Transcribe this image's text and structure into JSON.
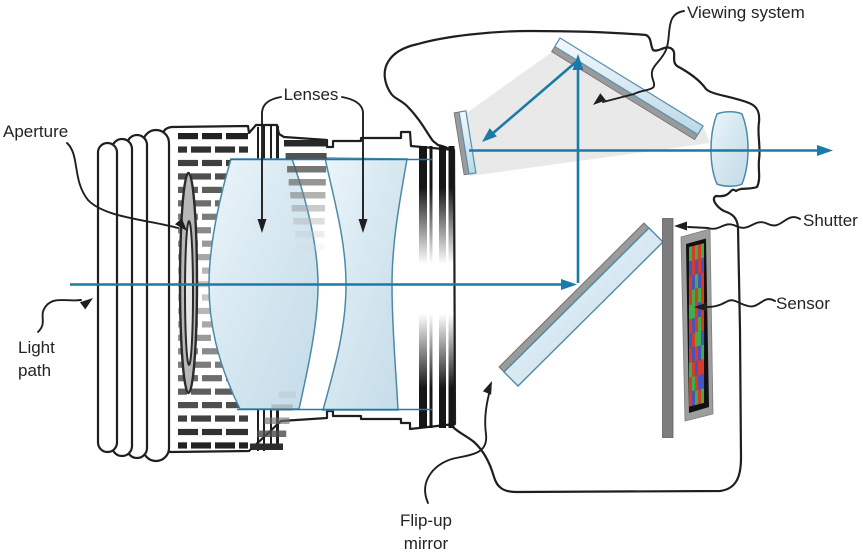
{
  "labels": {
    "viewing_system": "Viewing system",
    "lenses": "Lenses",
    "aperture": "Aperture",
    "light_path_line1": "Light",
    "light_path_line2": "path",
    "shutter": "Shutter",
    "sensor": "Sensor",
    "flip_up_line1": "Flip-up",
    "flip_up_line2": "mirror"
  },
  "colors": {
    "light_path": "#1a7aa8",
    "outline": "#1f1f1f",
    "beam_gray": "#e9e9e9",
    "lens_stroke": "#4a8aa8",
    "lens_fill_light": "#e9f3f8",
    "lens_fill_dark": "#c3dbe8",
    "mirror_back_gray": "#9b9b9b",
    "aperture_gray": "#b8b8b8",
    "shutter_gray": "#7d7d7d",
    "sensor_frame_gray": "#9e9e9e",
    "sensor_inner_black": "#111111",
    "mosaic_red": "#d93b2b",
    "mosaic_green": "#3fae49",
    "mosaic_blue": "#4953bc"
  },
  "sensor": {
    "mosaic_rows": [
      [
        "G",
        "R",
        "G",
        "R",
        "G"
      ],
      [
        "B",
        "R",
        "B",
        "R",
        "B"
      ],
      [
        "R",
        "B",
        "G",
        "B",
        "R"
      ],
      [
        "R",
        "G",
        "R",
        "G",
        "R"
      ],
      [
        "G",
        "G",
        "R",
        "B",
        "R"
      ],
      [
        "R",
        "B",
        "R",
        "G",
        "R"
      ],
      [
        "B",
        "R",
        "G",
        "G",
        "B"
      ],
      [
        "R",
        "B",
        "R",
        "B",
        "G"
      ],
      [
        "G",
        "R",
        "B",
        "R",
        "R"
      ],
      [
        "R",
        "G",
        "R",
        "B",
        "B"
      ],
      [
        "R",
        "B",
        "G",
        "R",
        "G"
      ]
    ]
  }
}
